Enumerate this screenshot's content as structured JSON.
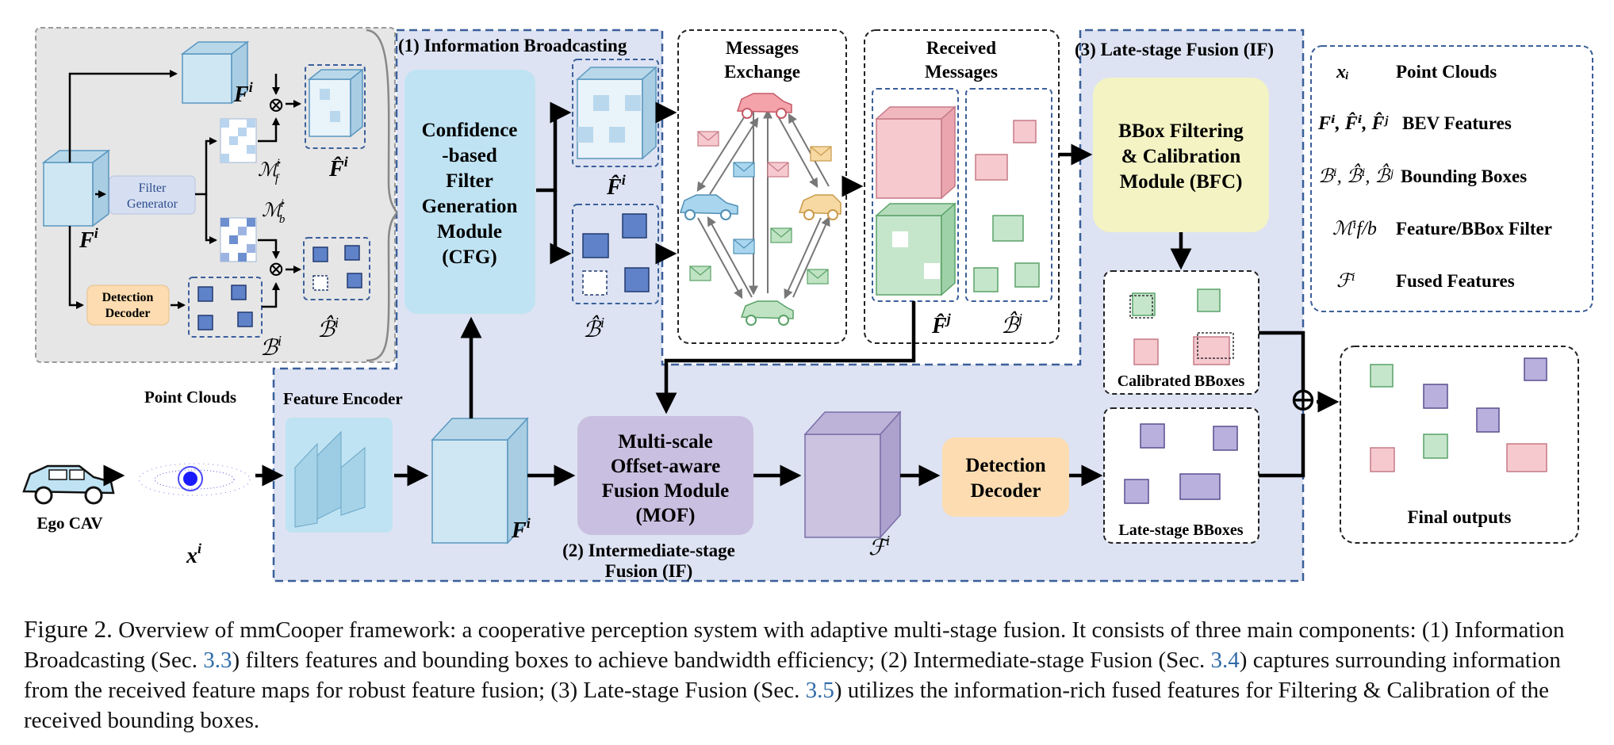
{
  "sections": {
    "broadcasting": "(1) Information Broadcasting",
    "late_fusion": "(3) Late-stage Fusion (IF)",
    "intermediate_fusion_line1": "(2) Intermediate-stage",
    "intermediate_fusion_line2": "Fusion (IF)"
  },
  "detail": {
    "filter_generator": [
      "Filter",
      "Generator"
    ],
    "detection_decoder": [
      "Detection",
      "Decoder"
    ],
    "feature_label": "F",
    "feature_sup": "i",
    "mask_f": "ℳ",
    "mask_f_sub": "f",
    "mask_b_sub": "b",
    "mask_sup": "i",
    "bbox_label": "ℬ",
    "bbox_sup": "i",
    "otimes": "⊗"
  },
  "modules": {
    "cfg": [
      "Confidence",
      "-based",
      "Filter",
      "Generation",
      "Module",
      "(CFG)"
    ],
    "messages_exchange": [
      "Messages",
      "Exchange"
    ],
    "received_messages": [
      "Received",
      "Messages"
    ],
    "bfc": [
      "BBox Filtering",
      "& Calibration",
      "Module (BFC)"
    ],
    "mof": [
      "Multi-scale",
      "Offset-aware",
      "Fusion Module",
      "(MOF)"
    ],
    "detection_decoder": [
      "Detection",
      "Decoder"
    ],
    "feature_encoder": "Feature Encoder",
    "point_clouds": "Point Clouds",
    "ego_cav": "Ego CAV",
    "calibrated_bboxes": "Calibrated BBoxes",
    "late_bboxes": "Late-stage BBoxes",
    "final_outputs": "Final outputs",
    "oplus": "⊕"
  },
  "symbols": {
    "x": "x",
    "x_sup": "i",
    "F": "F",
    "F_hat": "F̂",
    "sup_i": "i",
    "sup_j": "j",
    "B_hat": "ℬ̂",
    "fused": "ℱ"
  },
  "legend": [
    {
      "symbol": "xᵢ",
      "label": "Point Clouds"
    },
    {
      "symbol": "Fⁱ, F̂ⁱ, F̂ʲ",
      "label": "BEV Features"
    },
    {
      "symbol": "ℬⁱ, ℬ̂ⁱ, ℬ̂ʲ",
      "label": "Bounding Boxes"
    },
    {
      "symbol": "ℳⁱf/b",
      "label": "Feature/BBox Filter"
    },
    {
      "symbol": "ℱⁱ",
      "label": "Fused Features"
    }
  ],
  "caption": {
    "label": "Figure 2.",
    "parts": [
      " Overview of mmCooper framework: a cooperative perception system with adaptive multi-stage fusion. It consists of three main components: (1) Information Broadcasting (Sec. ",
      "3.3",
      ") filters features and bounding boxes to achieve bandwidth efficiency; (2) Intermediate-stage Fusion (Sec. ",
      "3.4",
      ") captures surrounding information from the received feature maps for robust feature fusion; (3) Late-stage Fusion (Sec. ",
      "3.5",
      ") utilizes the information-rich fused features for Filtering & Calibration of the received bounding boxes."
    ]
  },
  "colors": {
    "panel_blue": "#dde3f2",
    "dash_blue": "#3b5f9a",
    "detail_gray": "#e6e6e6",
    "cfg_box": "#bfe3f3",
    "bfc_box": "#f3f3c4",
    "mof_box": "#c9bfe0",
    "decoder_box": "#fcdcb0",
    "feat_blue": "#cfe7f3",
    "feat_purple": "#cbc3df",
    "pink": "#f6c9cf",
    "green": "#c6e6cc",
    "box_blue": "#5f82c9"
  }
}
